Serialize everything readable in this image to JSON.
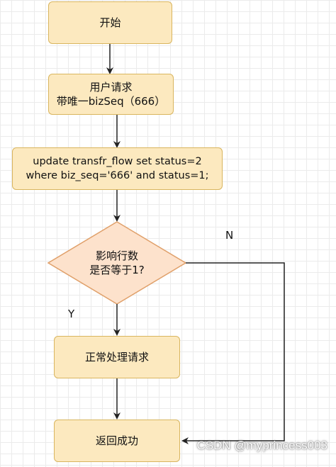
{
  "nodes": {
    "start": {
      "label": "开始"
    },
    "user_request": {
      "line1": "用户请求",
      "line2": "带唯一bizSeq（666）"
    },
    "update_sql": {
      "line1": "update transfr_flow set status=2",
      "line2": "where biz_seq='666' and status=1;"
    },
    "decision": {
      "line1": "影响行数",
      "line2": "是否等于1?"
    },
    "process": {
      "label": "正常处理请求"
    },
    "return": {
      "label": "返回成功"
    }
  },
  "edges": {
    "yes_label": "Y",
    "no_label": "N"
  },
  "watermark": "CSDN @myprincess003",
  "colors": {
    "node_fill": "#fce9bf",
    "node_border": "#d9b55e",
    "decision_fill": "#fde2cc",
    "decision_border": "#e0a06a",
    "arrow": "#222222"
  }
}
